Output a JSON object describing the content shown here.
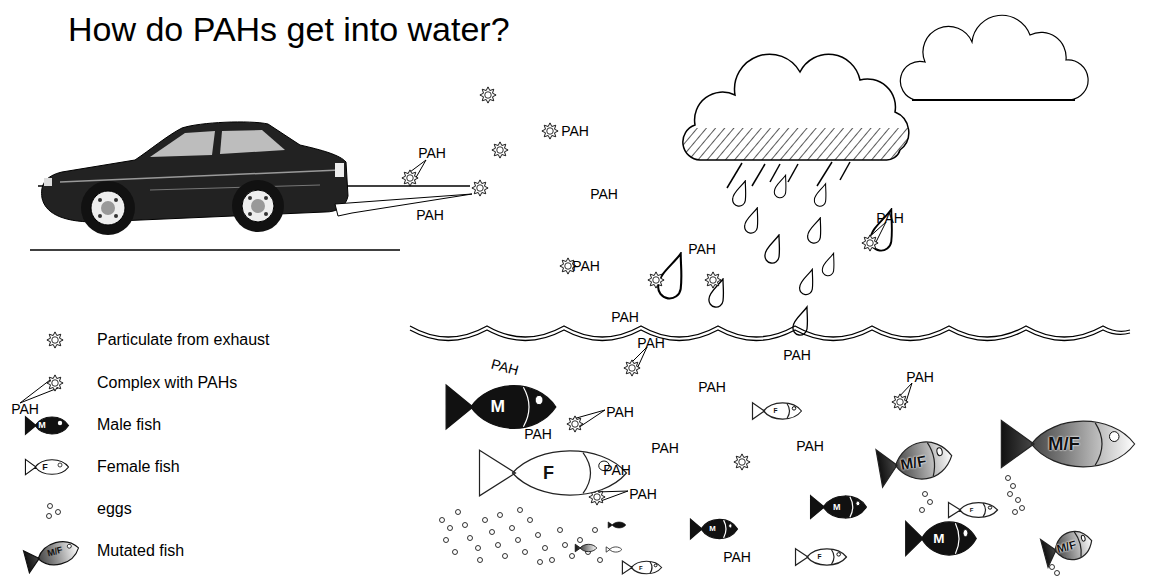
{
  "diagram": {
    "title": "How do PAHs get into water?",
    "nodes": [
      {
        "text": [
          "M"
        ]
      },
      {
        "text": [
          "F"
        ]
      },
      {
        "text": [
          "M/F"
        ]
      },
      {
        "text": [
          "M/F"
        ]
      },
      {
        "text": [
          "F"
        ]
      },
      {
        "text": [
          "M"
        ]
      },
      {
        "text": [
          "F"
        ]
      },
      {
        "text": [
          "M"
        ]
      },
      {
        "text": [
          "M"
        ]
      },
      {
        "text": [
          "M/F"
        ]
      },
      {
        "text": [
          "F"
        ]
      },
      {
        "text": [
          "F"
        ]
      }
    ],
    "labels": [
      "PAH",
      "PAH",
      "PAH",
      "PAH",
      "PAH",
      "PAH",
      "PAH",
      "PAH",
      "PAH",
      "PAH",
      "PAH",
      "PAH",
      "PAH",
      "PAH",
      "PAH",
      "PAH",
      "PAH",
      "PAH",
      "PAH",
      "PAH",
      "PAH",
      "M",
      "F",
      "M/F"
    ],
    "legend": [
      {
        "text": "Particulate from exhaust"
      },
      {
        "text": "Complex with PAHs"
      },
      {
        "text": "Male fish"
      },
      {
        "text": "Female fish"
      },
      {
        "text": "eggs"
      },
      {
        "text": "Mutated fish"
      }
    ]
  }
}
